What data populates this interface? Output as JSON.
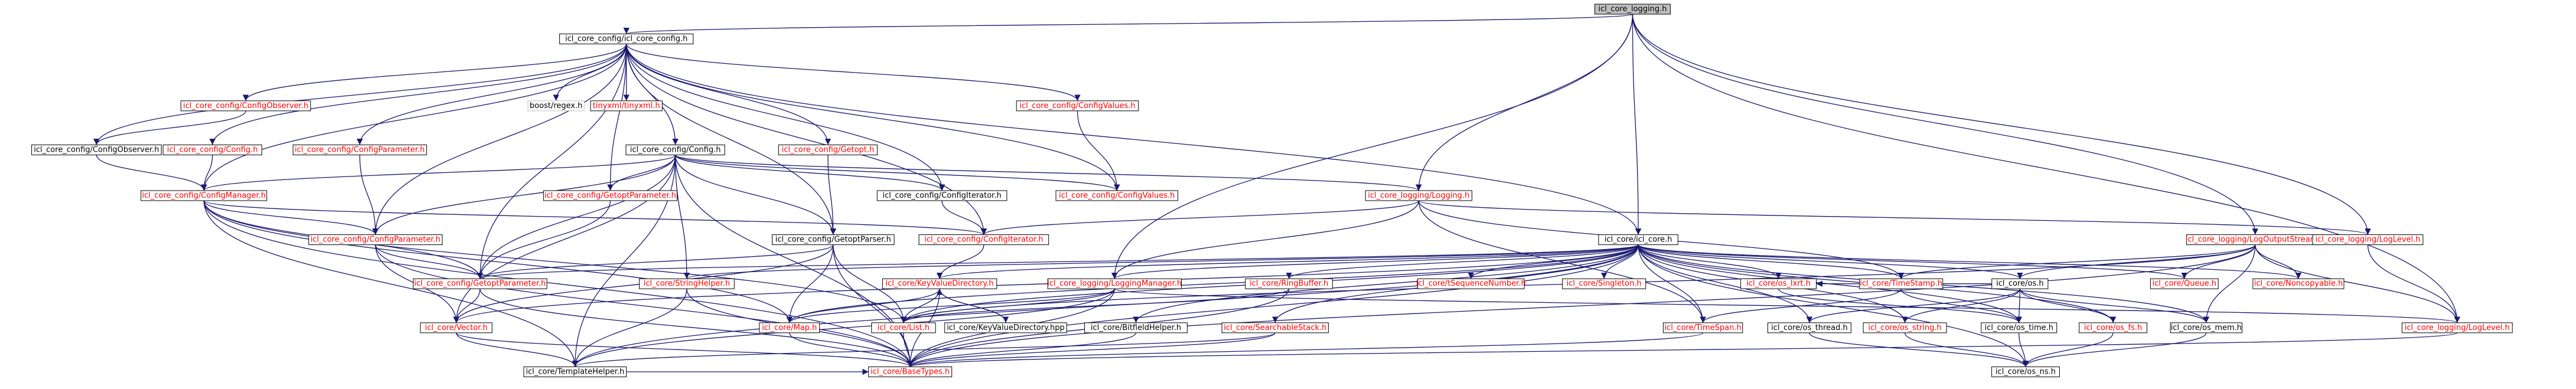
{
  "graph": {
    "nodes": [
      {
        "id": "logging",
        "label": "icl_core_logging.h",
        "style": "root"
      },
      {
        "id": "config",
        "label": "icl_core_config/icl_core_config.h",
        "style": "normal"
      },
      {
        "id": "observer_red",
        "label": "icl_core_config/ConfigObserver.h",
        "style": "red"
      },
      {
        "id": "boost_regex",
        "label": "boost/regex.h",
        "style": "missing"
      },
      {
        "id": "tinyxml",
        "label": "tinyxml/tinyxml.h",
        "style": "red"
      },
      {
        "id": "cfg_values_red",
        "label": "icl_core_config/ConfigValues.h",
        "style": "red"
      },
      {
        "id": "observer",
        "label": "icl_core_config/ConfigObserver.h",
        "style": "normal"
      },
      {
        "id": "cfg_h",
        "label": "icl_core_config/Config.h",
        "style": "red"
      },
      {
        "id": "cfg_param_top",
        "label": "icl_core_config/ConfigParameter.h",
        "style": "red"
      },
      {
        "id": "config_h",
        "label": "icl_core_config/Config.h",
        "style": "normal"
      },
      {
        "id": "getopt_h",
        "label": "icl_core_config/Getopt.h",
        "style": "red"
      },
      {
        "id": "cfg_manager",
        "label": "icl_core_config/ConfigManager.h",
        "style": "red"
      },
      {
        "id": "getopt_param_top",
        "label": "icl_core_config/GetoptParameter.h",
        "style": "red"
      },
      {
        "id": "cfg_iterator_top",
        "label": "icl_core_config/ConfigIterator.h",
        "style": "normal"
      },
      {
        "id": "cfg_values",
        "label": "icl_core_config/ConfigValues.h",
        "style": "red"
      },
      {
        "id": "logging_logging",
        "label": "icl_core_logging/Logging.h",
        "style": "red"
      },
      {
        "id": "cfg_param",
        "label": "icl_core_config/ConfigParameter.h",
        "style": "red"
      },
      {
        "id": "getopt_parser",
        "label": "icl_core_config/GetoptParser.h",
        "style": "normal"
      },
      {
        "id": "cfg_iterator",
        "label": "icl_core_config/ConfigIterator.h",
        "style": "red"
      },
      {
        "id": "icl_core",
        "label": "icl_core/icl_core.h",
        "style": "normal"
      },
      {
        "id": "log_output_stream",
        "label": "icl_core_logging/LogOutputStream.h",
        "style": "red"
      },
      {
        "id": "log_level_top",
        "label": "icl_core_logging/LogLevel.h",
        "style": "red"
      },
      {
        "id": "getopt_param",
        "label": "icl_core_config/GetoptParameter.h",
        "style": "red"
      },
      {
        "id": "string_helper",
        "label": "icl_core/StringHelper.h",
        "style": "red"
      },
      {
        "id": "kvdir",
        "label": "icl_core/KeyValueDirectory.h",
        "style": "red"
      },
      {
        "id": "logging_manager",
        "label": "icl_core_logging/LoggingManager.h",
        "style": "red"
      },
      {
        "id": "ringbuffer",
        "label": "icl_core/RingBuffer.h",
        "style": "red"
      },
      {
        "id": "seqnum",
        "label": "icl_core/tSequenceNumber.h",
        "style": "red"
      },
      {
        "id": "singleton",
        "label": "icl_core/Singleton.h",
        "style": "red"
      },
      {
        "id": "os_lxrt",
        "label": "icl_core/os_lxrt.h",
        "style": "red"
      },
      {
        "id": "timestamp",
        "label": "icl_core/TimeStamp.h",
        "style": "red"
      },
      {
        "id": "os_h",
        "label": "icl_core/os.h",
        "style": "normal"
      },
      {
        "id": "queue",
        "label": "icl_core/Queue.h",
        "style": "red"
      },
      {
        "id": "noncopyable",
        "label": "icl_core/Noncopyable.h",
        "style": "red"
      },
      {
        "id": "vector",
        "label": "icl_core/Vector.h",
        "style": "red"
      },
      {
        "id": "map",
        "label": "icl_core/Map.h",
        "style": "red"
      },
      {
        "id": "list",
        "label": "icl_core/List.h",
        "style": "red"
      },
      {
        "id": "kvdir_hpp",
        "label": "icl_core/KeyValueDirectory.hpp",
        "style": "normal"
      },
      {
        "id": "bitfield",
        "label": "icl_core/BitfieldHelper.h",
        "style": "normal"
      },
      {
        "id": "searchable_stack",
        "label": "icl_core/SearchableStack.h",
        "style": "red"
      },
      {
        "id": "timespan",
        "label": "icl_core/TimeSpan.h",
        "style": "red"
      },
      {
        "id": "os_thread",
        "label": "icl_core/os_thread.h",
        "style": "normal"
      },
      {
        "id": "os_string",
        "label": "icl_core/os_string.h",
        "style": "red"
      },
      {
        "id": "os_time",
        "label": "icl_core/os_time.h",
        "style": "normal"
      },
      {
        "id": "os_fs",
        "label": "icl_core/os_fs.h",
        "style": "red"
      },
      {
        "id": "os_mem",
        "label": "icl_core/os_mem.h",
        "style": "normal"
      },
      {
        "id": "log_level",
        "label": "icl_core_logging/LogLevel.h",
        "style": "red"
      },
      {
        "id": "template_helper",
        "label": "icl_core/TemplateHelper.h",
        "style": "normal"
      },
      {
        "id": "base_types",
        "label": "icl_core/BaseTypes.h",
        "style": "red"
      },
      {
        "id": "os_ns",
        "label": "icl_core/os_ns.h",
        "style": "normal"
      }
    ],
    "edges": [
      [
        "logging",
        "config"
      ],
      [
        "logging",
        "logging_logging"
      ],
      [
        "logging",
        "icl_core"
      ],
      [
        "logging",
        "logging_manager"
      ],
      [
        "logging",
        "log_output_stream"
      ],
      [
        "logging",
        "log_level_top"
      ],
      [
        "logging",
        "log_level"
      ],
      [
        "config",
        "observer_red"
      ],
      [
        "config",
        "boost_regex"
      ],
      [
        "config",
        "tinyxml"
      ],
      [
        "config",
        "cfg_values_red"
      ],
      [
        "config",
        "observer"
      ],
      [
        "config",
        "cfg_h"
      ],
      [
        "config",
        "cfg_param_top"
      ],
      [
        "config",
        "config_h"
      ],
      [
        "config",
        "getopt_h"
      ],
      [
        "config",
        "cfg_manager"
      ],
      [
        "config",
        "getopt_param_top"
      ],
      [
        "config",
        "cfg_iterator_top"
      ],
      [
        "config",
        "cfg_values"
      ],
      [
        "config",
        "icl_core"
      ],
      [
        "config",
        "cfg_param"
      ],
      [
        "config",
        "getopt_parser"
      ],
      [
        "config",
        "cfg_iterator"
      ],
      [
        "config",
        "getopt_param"
      ],
      [
        "observer_red",
        "observer"
      ],
      [
        "cfg_values_red",
        "cfg_values"
      ],
      [
        "observer",
        "cfg_manager"
      ],
      [
        "cfg_h",
        "cfg_manager"
      ],
      [
        "cfg_param_top",
        "cfg_param"
      ],
      [
        "getopt_h",
        "getopt_parser"
      ],
      [
        "config_h",
        "cfg_manager"
      ],
      [
        "config_h",
        "getopt_param_top"
      ],
      [
        "config_h",
        "cfg_iterator_top"
      ],
      [
        "config_h",
        "cfg_values"
      ],
      [
        "config_h",
        "logging_logging"
      ],
      [
        "config_h",
        "cfg_param"
      ],
      [
        "config_h",
        "getopt_parser"
      ],
      [
        "config_h",
        "getopt_param"
      ],
      [
        "config_h",
        "string_helper"
      ],
      [
        "config_h",
        "vector"
      ],
      [
        "config_h",
        "base_types"
      ],
      [
        "config_h",
        "template_helper"
      ],
      [
        "cfg_manager",
        "cfg_param"
      ],
      [
        "cfg_manager",
        "cfg_iterator"
      ],
      [
        "cfg_manager",
        "getopt_param"
      ],
      [
        "cfg_manager",
        "map"
      ],
      [
        "cfg_manager",
        "list"
      ],
      [
        "cfg_manager",
        "template_helper"
      ],
      [
        "cfg_manager",
        "base_types"
      ],
      [
        "getopt_param_top",
        "getopt_param"
      ],
      [
        "cfg_iterator_top",
        "cfg_iterator"
      ],
      [
        "logging_logging",
        "cfg_iterator"
      ],
      [
        "logging_logging",
        "logging_manager"
      ],
      [
        "logging_logging",
        "log_level_top"
      ],
      [
        "logging_logging",
        "timestamp"
      ],
      [
        "logging_logging",
        "timespan"
      ],
      [
        "cfg_param",
        "getopt_param"
      ],
      [
        "cfg_param",
        "vector"
      ],
      [
        "cfg_param",
        "base_types"
      ],
      [
        "getopt_parser",
        "getopt_param"
      ],
      [
        "getopt_parser",
        "map"
      ],
      [
        "getopt_parser",
        "list"
      ],
      [
        "getopt_parser",
        "vector"
      ],
      [
        "getopt_parser",
        "base_types"
      ],
      [
        "cfg_iterator",
        "kvdir"
      ],
      [
        "icl_core",
        "getopt_param"
      ],
      [
        "icl_core",
        "string_helper"
      ],
      [
        "icl_core",
        "kvdir"
      ],
      [
        "icl_core",
        "logging_manager"
      ],
      [
        "icl_core",
        "ringbuffer"
      ],
      [
        "icl_core",
        "seqnum"
      ],
      [
        "icl_core",
        "singleton"
      ],
      [
        "icl_core",
        "os_lxrt"
      ],
      [
        "icl_core",
        "timestamp"
      ],
      [
        "icl_core",
        "os_h"
      ],
      [
        "icl_core",
        "queue"
      ],
      [
        "icl_core",
        "noncopyable"
      ],
      [
        "icl_core",
        "vector"
      ],
      [
        "icl_core",
        "map"
      ],
      [
        "icl_core",
        "list"
      ],
      [
        "icl_core",
        "bitfield"
      ],
      [
        "icl_core",
        "searchable_stack"
      ],
      [
        "icl_core",
        "timespan"
      ],
      [
        "icl_core",
        "os_thread"
      ],
      [
        "icl_core",
        "os_string"
      ],
      [
        "icl_core",
        "os_time"
      ],
      [
        "icl_core",
        "os_fs"
      ],
      [
        "icl_core",
        "os_mem"
      ],
      [
        "icl_core",
        "base_types"
      ],
      [
        "icl_core",
        "template_helper"
      ],
      [
        "icl_core",
        "os_ns"
      ],
      [
        "log_output_stream",
        "queue"
      ],
      [
        "log_output_stream",
        "noncopyable"
      ],
      [
        "log_output_stream",
        "timestamp"
      ],
      [
        "log_output_stream",
        "os_h"
      ],
      [
        "log_output_stream",
        "log_level"
      ],
      [
        "log_output_stream",
        "os_mem"
      ],
      [
        "log_output_stream",
        "base_types"
      ],
      [
        "log_output_stream",
        "list"
      ],
      [
        "log_level_top",
        "log_level"
      ],
      [
        "getopt_param",
        "vector"
      ],
      [
        "getopt_param",
        "base_types"
      ],
      [
        "string_helper",
        "template_helper"
      ],
      [
        "string_helper",
        "base_types"
      ],
      [
        "kvdir",
        "kvdir_hpp"
      ],
      [
        "kvdir",
        "map"
      ],
      [
        "kvdir",
        "list"
      ],
      [
        "kvdir",
        "base_types"
      ],
      [
        "kvdir_hpp",
        "kvdir"
      ],
      [
        "logging_manager",
        "map"
      ],
      [
        "logging_manager",
        "list"
      ],
      [
        "logging_manager",
        "log_level"
      ],
      [
        "logging_manager",
        "base_types"
      ],
      [
        "logging_manager",
        "template_helper"
      ],
      [
        "ringbuffer",
        "base_types"
      ],
      [
        "ringbuffer",
        "list"
      ],
      [
        "searchable_stack",
        "base_types"
      ],
      [
        "searchable_stack",
        "template_helper"
      ],
      [
        "timestamp",
        "timespan"
      ],
      [
        "timestamp",
        "os_time"
      ],
      [
        "os_h",
        "os_string"
      ],
      [
        "os_h",
        "os_thread"
      ],
      [
        "os_h",
        "os_time"
      ],
      [
        "os_h",
        "os_fs"
      ],
      [
        "os_h",
        "os_mem"
      ],
      [
        "os_h",
        "os_lxrt"
      ],
      [
        "os_lxrt",
        "os_time"
      ],
      [
        "vector",
        "template_helper"
      ],
      [
        "vector",
        "base_types"
      ],
      [
        "map",
        "base_types"
      ],
      [
        "list",
        "base_types"
      ],
      [
        "timespan",
        "base_types"
      ],
      [
        "os_thread",
        "os_ns"
      ],
      [
        "os_string",
        "os_ns"
      ],
      [
        "os_time",
        "os_ns"
      ],
      [
        "os_fs",
        "os_ns"
      ],
      [
        "os_mem",
        "os_ns"
      ],
      [
        "log_level",
        "base_types"
      ],
      [
        "bitfield",
        "base_types"
      ],
      [
        "template_helper",
        "base_types"
      ]
    ]
  }
}
